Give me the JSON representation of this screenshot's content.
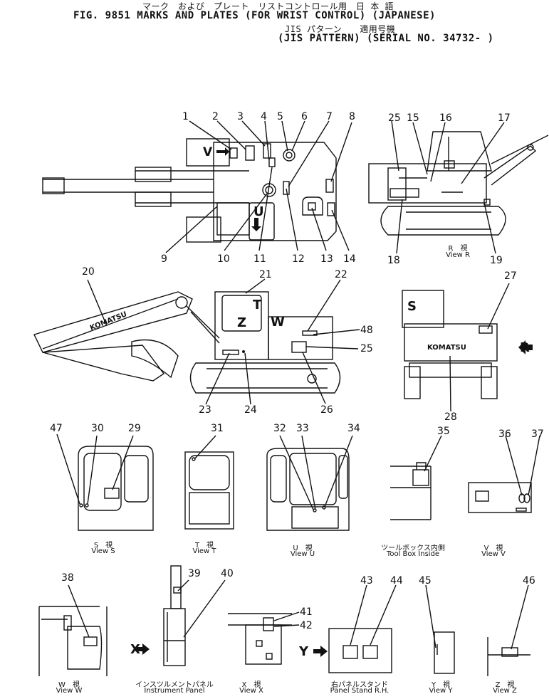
{
  "header": {
    "jp_line1": "マーク　および　プレート　リストコントロール用　日 本 語",
    "line1": "FIG. 9851  MARKS AND PLATES (FOR WRIST CONTROL) (JAPANESE)",
    "jp_line2": "JIS パターン　　適用号機",
    "line2": "(JIS PATTERN) (SERIAL NO. 34732- )"
  },
  "callouts": [
    "1",
    "2",
    "3",
    "4",
    "5",
    "6",
    "7",
    "8",
    "9",
    "10",
    "11",
    "12",
    "13",
    "14",
    "15",
    "16",
    "17",
    "18",
    "19",
    "20",
    "21",
    "22",
    "23",
    "24",
    "25",
    "25",
    "26",
    "27",
    "28",
    "29",
    "30",
    "31",
    "32",
    "33",
    "34",
    "35",
    "36",
    "37",
    "38",
    "39",
    "40",
    "41",
    "42",
    "43",
    "44",
    "45",
    "46",
    "47",
    "48"
  ],
  "view_letters": {
    "v": "V",
    "u": "U",
    "t": "T",
    "w": "W",
    "z": "Z",
    "s": "S",
    "r": "R",
    "x": "X",
    "y": "Y"
  },
  "brand": "KOMATSU",
  "views": {
    "r_jp": "R　視",
    "r": "View R",
    "s_jp": "S　視",
    "s": "View S",
    "t_jp": "T　視",
    "t": "View T",
    "u_jp": "U　視",
    "u": "View U",
    "tb_jp": "ツールボックス内側",
    "tb": "Tool Box Inside",
    "v_jp": "V　視",
    "v": "View V",
    "w_jp": "W　視",
    "w": "View W",
    "ip_jp": "インスツルメントパネル",
    "ip": "Instrument Panel",
    "x_jp": "X　視",
    "x": "View X",
    "ps_jp": "右パネルスタンド",
    "ps": "Panel Stand R.H.",
    "y_jp": "Y　視",
    "y": "View Y",
    "z_jp": "Z　視",
    "z": "View Z"
  }
}
